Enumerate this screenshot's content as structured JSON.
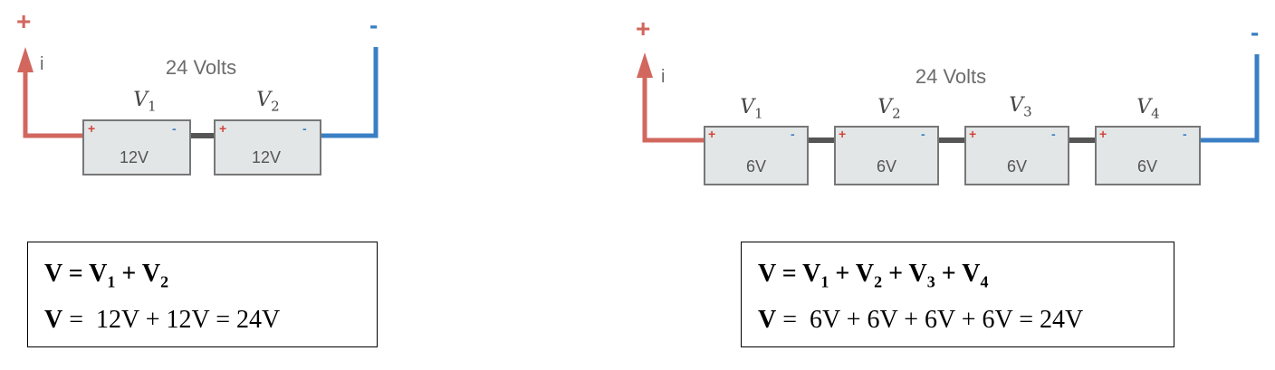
{
  "left_circuit": {
    "plus": "+",
    "minus": "-",
    "current": "i",
    "total": "24 Volts",
    "batteries": [
      {
        "name": "V",
        "sub": "1",
        "value": "12V",
        "pos": "+",
        "neg": "-"
      },
      {
        "name": "V",
        "sub": "2",
        "value": "12V",
        "pos": "+",
        "neg": "-"
      }
    ]
  },
  "right_circuit": {
    "plus": "+",
    "minus": "-",
    "current": "i",
    "total": "24 Volts",
    "batteries": [
      {
        "name": "V",
        "sub": "1",
        "value": "6V",
        "pos": "+",
        "neg": "-"
      },
      {
        "name": "V",
        "sub": "2",
        "value": "6V",
        "pos": "+",
        "neg": "-"
      },
      {
        "name": "V",
        "sub": "3",
        "value": "6V",
        "pos": "+",
        "neg": "-"
      },
      {
        "name": "V",
        "sub": "4",
        "value": "6V",
        "pos": "+",
        "neg": "-"
      }
    ]
  },
  "left_formula": {
    "l1": {
      "v": "V",
      "eq": " = ",
      "a": "V",
      "as": "1",
      "plus": " + ",
      "b": "V",
      "bs": "2"
    },
    "l2": {
      "v": "V",
      "rest": " =  12V + 12V = 24V"
    }
  },
  "right_formula": {
    "l1": {
      "v": "V",
      "eq": " = ",
      "a": "V",
      "as": "1",
      "p1": " + ",
      "b": "V",
      "bs": "2",
      "p2": " + ",
      "c": "V",
      "cs": "3",
      "p3": " + ",
      "d": "V",
      "ds": "4"
    },
    "l2": {
      "v": "V",
      "rest": " =  6V + 6V + 6V + 6V = 24V"
    }
  },
  "colors": {
    "positive": "#d2463c",
    "negative": "#3a7fc4",
    "battery_fill": "#e3e6e6",
    "battery_border": "#777777"
  }
}
